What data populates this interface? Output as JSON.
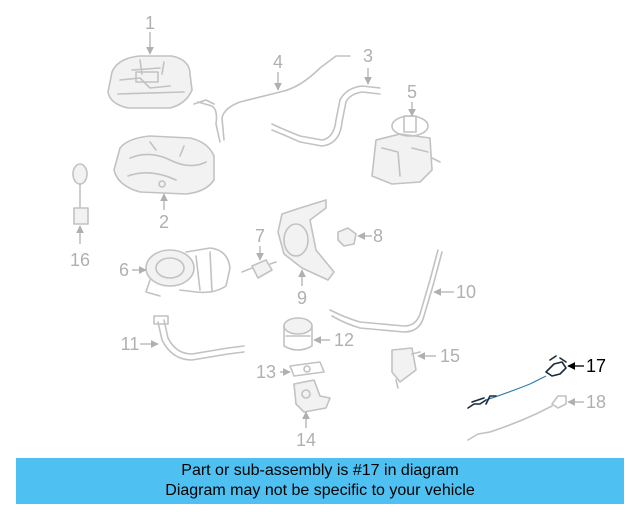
{
  "diagram": {
    "highlighted_part": "17",
    "callouts": [
      "1",
      "2",
      "3",
      "4",
      "5",
      "6",
      "7",
      "8",
      "9",
      "10",
      "11",
      "12",
      "13",
      "14",
      "15",
      "16",
      "17",
      "18"
    ]
  },
  "banner": {
    "line1": "Part or sub-assembly is #17 in diagram",
    "line2": "Diagram may not be specific to your vehicle",
    "background_color": "#4ec0f1"
  },
  "colors": {
    "muted_part": "#c2c2c2",
    "muted_label": "#b0b0b0",
    "active_label": "#000000",
    "highlight_wire": "#2e7fb8"
  }
}
